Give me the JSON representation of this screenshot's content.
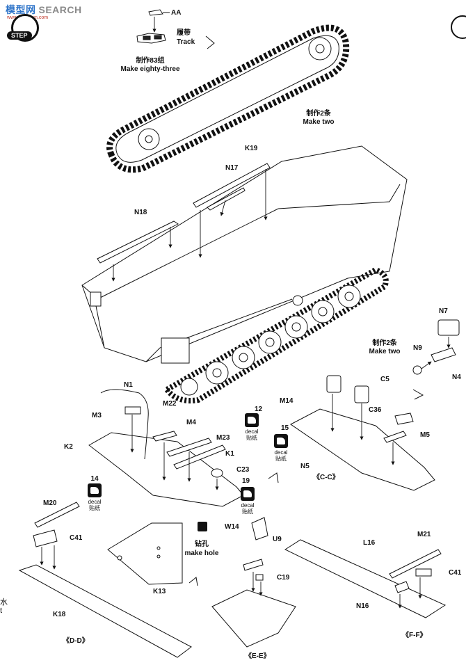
{
  "watermark": {
    "brand": "模型网",
    "search": "SEARCH",
    "url": "www.hobby-m.com"
  },
  "step": {
    "label": "STEP"
  },
  "track": {
    "part_aa": "AA",
    "name_cn": "履带",
    "name_en": "Track",
    "make_cn": "制作83组",
    "make_en": "Make eighty-three",
    "make2_cn": "制作2条",
    "make2_en": "Make two"
  },
  "hull_parts": {
    "k19": "K19",
    "n17": "N17",
    "n18": "N18"
  },
  "right_parts": {
    "n7": "N7",
    "n9": "N9",
    "n4": "N4",
    "make_cn": "制作2条",
    "make_en": "Make two"
  },
  "assembly_left": {
    "n1": "N1",
    "m22": "M22",
    "m3": "M3",
    "m4": "M4",
    "m23": "M23",
    "k2": "K2",
    "k1": "K1",
    "c23": "C23",
    "p19": "19",
    "d14": "14"
  },
  "assembly_right": {
    "m14": "M14",
    "c5": "C5",
    "c36": "C36",
    "m5": "M5",
    "n5": "N5",
    "d12": "12",
    "d15": "15",
    "section": "《C-C》"
  },
  "decal": {
    "en": "decal",
    "cn": "贴纸"
  },
  "bottom_left": {
    "m20": "M20",
    "c41": "C41",
    "k18": "K18",
    "section": "《D-D》"
  },
  "bottom_mid": {
    "k13": "K13",
    "drill_cn": "钻孔",
    "drill_en": "make hole",
    "w14": "W14",
    "u9": "U9",
    "c19": "C19",
    "section": "《E-E》"
  },
  "bottom_right": {
    "l16": "L16",
    "m21": "M21",
    "c41": "C41",
    "n16": "N16",
    "section": "《F-F》"
  },
  "edge_text": {
    "line1": "水",
    "line2": "t"
  }
}
